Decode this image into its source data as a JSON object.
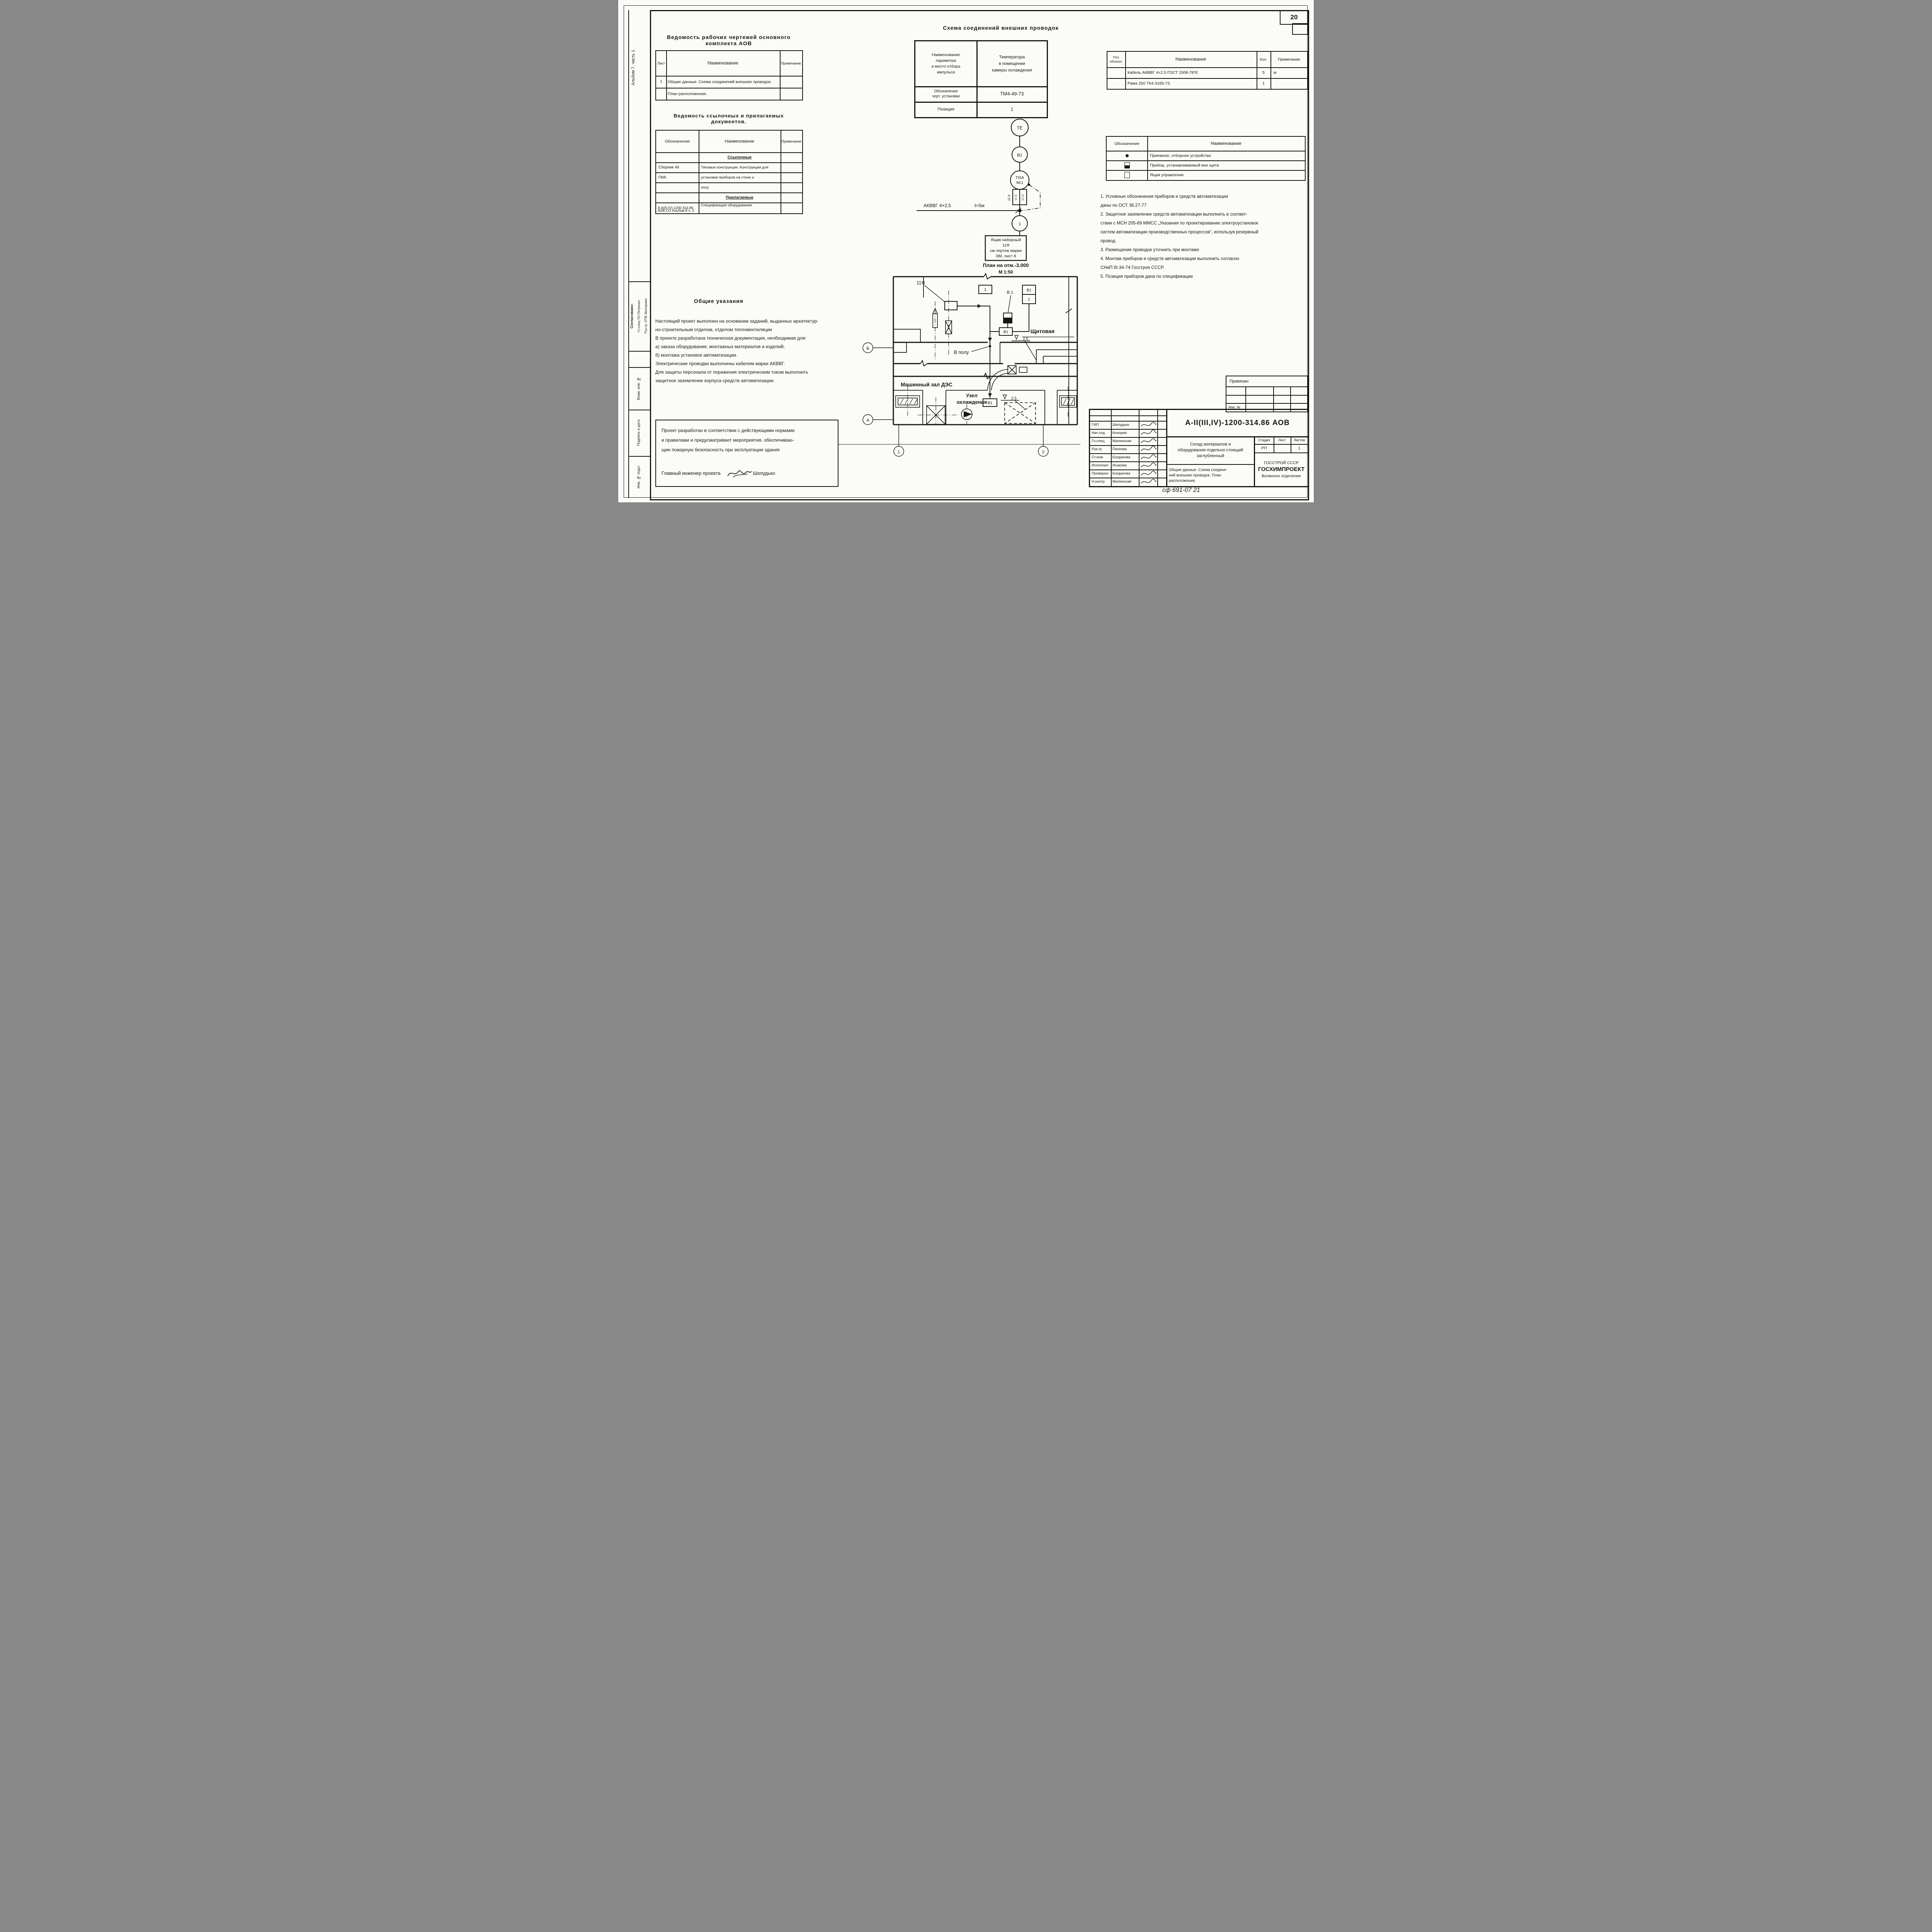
{
  "page_number": "20",
  "side_strip": {
    "album": "Альбом 7, часть 1",
    "agreed": "Согласовано:",
    "approver1": "Гл.спец.ТО   Петренко",
    "approver2": "Рук.гр. ОТВ   Звонарева",
    "cell_vzam": "Взам. инв. №",
    "cell_podpis": "Подпись и дата",
    "cell_inv": "Инв. № подл."
  },
  "worksheet_register": {
    "title": "Ведомость рабочих чертежей основного комплекта АОВ",
    "col_sheet": "Лист",
    "col_name": "Наименование",
    "col_note": "Примечание",
    "row1_sheet": "1",
    "row1_name": "Общие данные. Схема соединений внешних проводок.",
    "row2_name": "План расположения."
  },
  "documents_register": {
    "title": "Ведомость ссылочных и прилагаемых документов.",
    "col_code": "Обозначение",
    "col_name": "Наименование",
    "col_note": "Примечание",
    "sec1": "Ссылочные",
    "r1_code": "Сборник 49",
    "r1_name": "Типовые конструкции. Конструкции для",
    "r2_code": "ГМА",
    "r2_name": "установки приборов на стене и",
    "r3_name": "полу",
    "sec2": "Прилагаемые",
    "r4_code": "А-II(III,IV)-1200-314.86",
    "r4_name": "Спецификация оборудования",
    "r5_code": "АОВ.СО  Альбом 8 ч. 2"
  },
  "schema": {
    "title": "Схема соединений внешних проводок",
    "p1_label": "Наименование\nпараметра\nи место отбора\nимпульса",
    "p1_value": "Температура\nв помещении\nкамеры охлаждения",
    "p2_label": "Обозначение\nчерт. установки",
    "p2_value": "ТМ4-49-73",
    "p3_label": "Позиция",
    "p3_value": "1",
    "sensor": "ТЕ",
    "node": "В1",
    "device_line1": "TISA",
    "device_line2": "5K1",
    "term_left": "11-9",
    "term_a": "11-11",
    "term_b": "11-13",
    "cable": "АКВВГ 4×2,5",
    "cable_len": "ℓ=5м",
    "pos_circle": "1",
    "box_text": "Ящик наборный\n11Я\nсм.чертеж марки\nЭМ, лист 8",
    "caption1": "План на отм.-3.000",
    "caption2": "М 1:50"
  },
  "parts_table": {
    "col_pos": "Поз.\nобознач.",
    "col_name": "Наименование",
    "col_qty": "Кол.",
    "col_note": "Примечание",
    "r1_name": "Кабель АКВВГ 4×2,5  ГОСТ 1508-78*Е",
    "r1_qty": "5",
    "r1_note": "м",
    "r2_name": "Рама 250  ТК4-3165-73",
    "r2_qty": "1"
  },
  "legend": {
    "col_sym": "Обозначение",
    "col_name": "Наименование",
    "r1": "Приемное, отборное устройство",
    "r2": "Прибор, устанавливаемый вне щита",
    "r3": "Ящик управления"
  },
  "notes_text": "1. Условные обозначения приборов и средств автоматизации\n    даны  по ОСТ 36.27-77\n2. Защитное заземление средств автоматизации выполнить в соответ-\n   ствии с МСН 205-69 ММСС „Указания по проектированию электроустановок\n   систем автоматизации производственных процессов“, используя резервный\n   провод.\n3. Размещение проводок уточнить при монтаже\n4. Монтаж приборов и средств автоматизации выполнить согласно\n   СНиП III-34-74   Госстроя СССР\n5. Позиция приборов дана по спецификации",
  "general_notes": {
    "title": "Общие указания",
    "body": "Настоящий проект выполнен на основании заданий, выданных архитектур-\nно-строительным отделом, отделом тепловентиляции\nВ проекте разработана техническая документация, необходимая для:\nа) заказа оборудования, монтажных материалов и изделий;\nб) монтажа установок автоматизации.\nЭлектрические проводки выполнены кабелем марки АКВВГ.\nДля защиты персонала от поражения электрическим током выполнить\nзащитное заземление корпуса средств автоматизации."
  },
  "compliance": {
    "body": "Проект разработан в соответствии с действующими нормами\nи правилами и предусматривает мероприятия, обеспечиваю-\nщие пожарную безопасность при эксплуатации здания",
    "signer_role": "Главный инженер проекта",
    "signer_name": "Шелудько"
  },
  "plan": {
    "lbl_11ya": "11Я",
    "lbl_box1": "1",
    "lbl_v1_stack_top": "В1",
    "lbl_v1_stack_bottom": "1",
    "lbl_v_1": "В.1",
    "room_shield": "Щитовая",
    "elev1": "2.5",
    "lbl_v1_mid": "В1",
    "lbl_floor": "В полу",
    "room_hall": "Машинный зал ДЭС",
    "room_cool": "Узел\nохлаждения",
    "lbl_v1_low": "В1",
    "elev2": "2.5",
    "axis_b": "Б",
    "axis_a": "А",
    "axis_1": "1",
    "axis_2": "2"
  },
  "privyazan": {
    "title": "Привязан",
    "inv": "Инв. №"
  },
  "title_block": {
    "doc_number": "А-II(III,IV)-1200-314.86  АОВ",
    "r1_role": "ГИП",
    "r1_name": "Шелудько",
    "r2_role": "Нач.отд",
    "r2_name": "Конорев",
    "r3_role": "Гл.спец",
    "r3_name": "Малинская",
    "r4_role": "Рук.гр",
    "r4_name": "Пискова",
    "r5_role": "Ст.инж",
    "r5_name": "Богданова",
    "r6_role": "Исполнил",
    "r6_name": "Исакова",
    "r7_role": "Проверил",
    "r7_name": "Богданова",
    "r8_role": "Н.контр",
    "r8_name": "Малинская",
    "object": "Склад материалов и\nоборудования отдельно стоящий\nзаглубленный",
    "sheet_title": "Общие данные. Схема соедине-\nний внешних проводок. План\nрасположения.",
    "h_stage": "Стадия",
    "h_sheet": "Лист",
    "h_sheets": "Листов",
    "v_stage": "РП",
    "v_sheets": "1",
    "org1": "ГОССТРОЙ СССР",
    "org2": "ГОСХИМПРОЕКТ",
    "org3": "Волжское отделение",
    "footer_code": "сф 691-07 21"
  }
}
